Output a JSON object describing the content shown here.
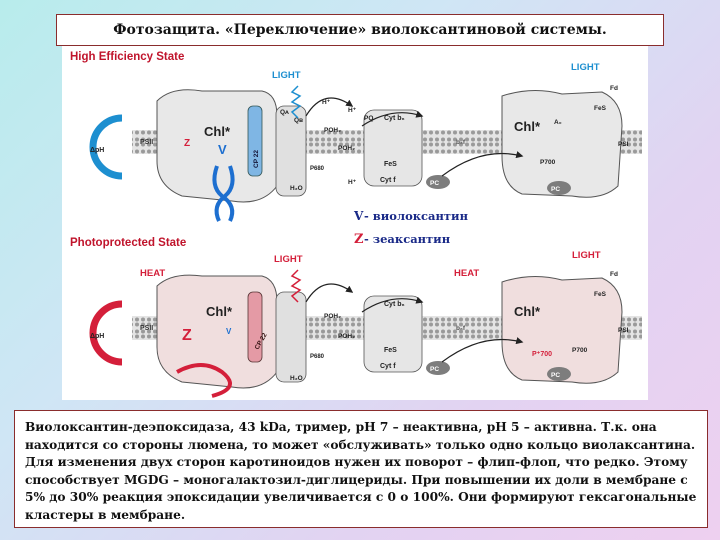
{
  "title": "Фотозащита. «Переключение» виолоксантиновой системы.",
  "diagram": {
    "states": {
      "top": "High Efficiency State",
      "bottom": "Photoprotected State"
    },
    "labels": {
      "light": "LIGHT",
      "heat": "HEAT",
      "chl": "Chl*",
      "psii": "PSII",
      "psi": "PSI",
      "dph": "ΔpH",
      "hplus": "H⁺",
      "qa": "Qᴀ",
      "qb": "Qʙ",
      "poh2": "POH₂",
      "pq": "PQ",
      "cytb6": "Cyt b₆",
      "cytf": "Cyt f",
      "fes": "FeS",
      "pc": "PC",
      "p680": "P680",
      "h2o": "H₂O",
      "cp22": "CP 22",
      "bf": "b₆f",
      "a0": "A₀",
      "fd": "Fd",
      "fes_psi": "FeS",
      "p700": "P700",
      "p700star": "P⁺700",
      "z": "Z",
      "v": "V"
    },
    "legend": {
      "v_symbol": "V",
      "v_text": " - виолоксантин",
      "z_symbol": "Z",
      "z_text": "  - зеаксантин"
    }
  },
  "body_text": "Виолоксантин-деэпоксидаза, 43 kDa, тример, pH 7 – неактивна, pH 5 – активна. Т.к. она находится со стороны люмена, то может «обслуживать» только одно кольцо виолаксантина. Для изменения двух сторон каротиноидов нужен их поворот – флип-флоп, что редко. Этому способствует MGDG – моногалактозил-диглицериды. При повышении их доли в мембране с 5% до 30% реакция эпоксидации увеличивается с 0 о 100%. Они формируют гексагональные кластеры в мембране.",
  "colors": {
    "state_heading": "#c0142c",
    "light_blue": "#1d8fd0",
    "heat_red": "#d41f3a",
    "membrane": "#cfcfcf",
    "protein": "#e8e8e8"
  }
}
